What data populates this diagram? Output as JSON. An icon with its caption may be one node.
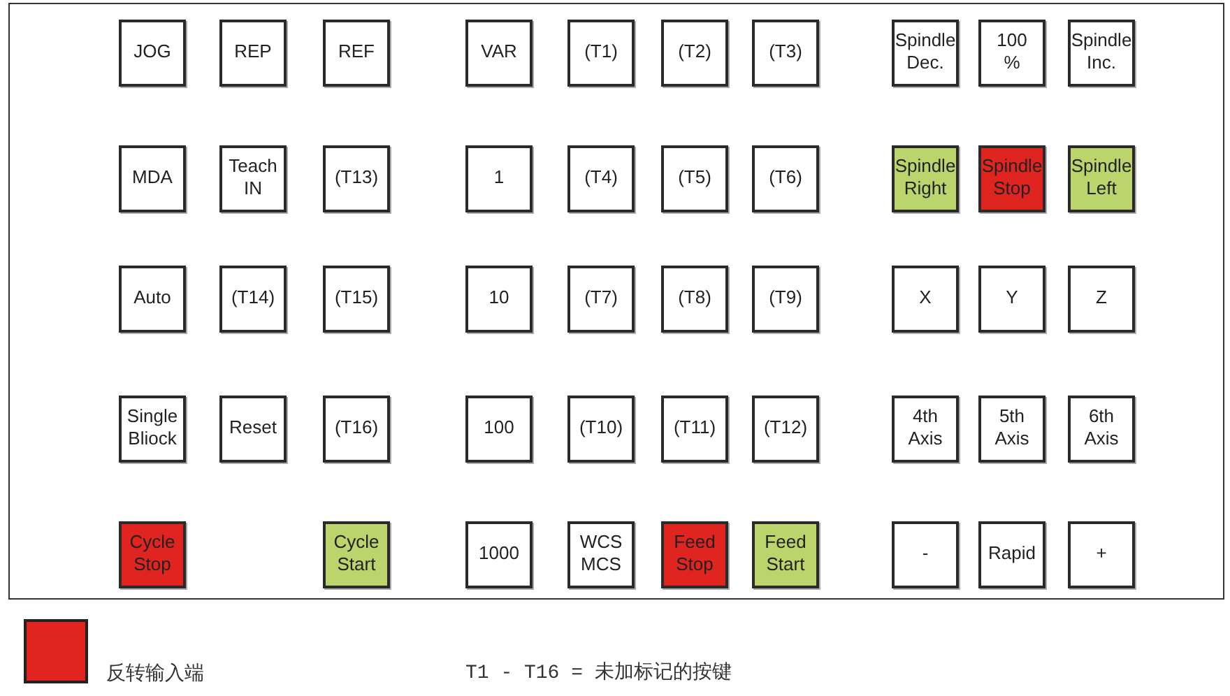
{
  "diagram": {
    "nodes": [
      {
        "text": [
          "JOG"
        ]
      },
      {
        "text": [
          "REP"
        ]
      },
      {
        "text": [
          "REF"
        ]
      },
      {
        "text": [
          "VAR"
        ]
      },
      {
        "text": [
          "(T1)"
        ]
      },
      {
        "text": [
          "(T2)"
        ]
      },
      {
        "text": [
          "(T3)"
        ]
      },
      {
        "text": [
          "Spindle Dec."
        ]
      },
      {
        "text": [
          "100 %"
        ]
      },
      {
        "text": [
          "Spindle Inc."
        ]
      },
      {
        "text": [
          "MDA"
        ]
      },
      {
        "text": [
          "Teach IN"
        ]
      },
      {
        "text": [
          "(T13)"
        ]
      },
      {
        "text": [
          "1"
        ]
      },
      {
        "text": [
          "(T4)"
        ]
      },
      {
        "text": [
          "(T5)"
        ]
      },
      {
        "text": [
          "(T6)"
        ]
      },
      {
        "text": [
          "Spindle Right"
        ]
      },
      {
        "text": [
          "Spindle Stop"
        ]
      },
      {
        "text": [
          "Spindle Left"
        ]
      },
      {
        "text": [
          "Auto"
        ]
      },
      {
        "text": [
          "(T14)"
        ]
      },
      {
        "text": [
          "(T15)"
        ]
      },
      {
        "text": [
          "10"
        ]
      },
      {
        "text": [
          "(T7)"
        ]
      },
      {
        "text": [
          "(T8)"
        ]
      },
      {
        "text": [
          "(T9)"
        ]
      },
      {
        "text": [
          "X"
        ]
      },
      {
        "text": [
          "Y"
        ]
      },
      {
        "text": [
          "Z"
        ]
      },
      {
        "text": [
          "Single Bliock"
        ]
      },
      {
        "text": [
          "Reset"
        ]
      },
      {
        "text": [
          "(T16)"
        ]
      },
      {
        "text": [
          "100"
        ]
      },
      {
        "text": [
          "(T10)"
        ]
      },
      {
        "text": [
          "(T11)"
        ]
      },
      {
        "text": [
          "(T12)"
        ]
      },
      {
        "text": [
          "4th Axis"
        ]
      },
      {
        "text": [
          "5th Axis"
        ]
      },
      {
        "text": [
          "6th Axis"
        ]
      },
      {
        "text": [
          "Cycle Stop"
        ]
      },
      {
        "text": [
          "Cycle Start"
        ]
      },
      {
        "text": [
          "1000"
        ]
      },
      {
        "text": [
          "WCS MCS"
        ]
      },
      {
        "text": [
          "Feed Stop"
        ]
      },
      {
        "text": [
          "Feed Start"
        ]
      },
      {
        "text": [
          "-"
        ]
      },
      {
        "text": [
          "Rapid"
        ]
      },
      {
        "text": [
          "+"
        ]
      }
    ],
    "labels": [
      "T1 - T16 = 未加标记的按键"
    ],
    "legend": [
      {
        "text": "反转输入端",
        "color": "#e02520"
      }
    ]
  }
}
